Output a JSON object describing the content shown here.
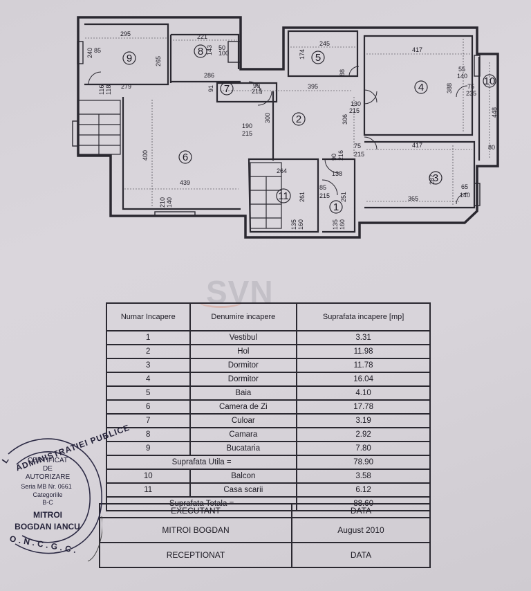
{
  "plan": {
    "room_numbers": [
      "9",
      "8",
      "7",
      "5",
      "4",
      "10",
      "2",
      "6",
      "11",
      "1",
      "3"
    ],
    "dims": {
      "d295": "295",
      "d221": "221",
      "d245": "245",
      "d417a": "417",
      "d417b": "417",
      "d395": "395",
      "d279": "279",
      "d286": "286",
      "d91": "91",
      "d265": "265",
      "d85_240": "85",
      "d240": "240",
      "d143": "143",
      "d50": "50",
      "d100": "100",
      "d174": "174",
      "d88": "88",
      "d55": "55",
      "d140a": "140",
      "d388": "388",
      "d75a": "75",
      "d235": "235",
      "d448": "448",
      "d80": "80",
      "d90a": "90",
      "d215a": "215",
      "d130": "130",
      "d215b": "215",
      "d306": "306",
      "d190": "190",
      "d215c": "215",
      "d300": "300",
      "d400": "400",
      "d439": "439",
      "d210": "210",
      "d140b": "140",
      "d264": "264",
      "d138": "138",
      "d90b": "90",
      "d216": "216",
      "d75b": "75",
      "d215d": "215",
      "d287": "287",
      "d85b": "85",
      "d215e": "215",
      "d261a": "261",
      "d251": "251",
      "d135a": "135",
      "d160a": "160",
      "d135b": "135",
      "d160b": "160",
      "d365": "365",
      "d65": "65",
      "d140c": "140",
      "d116": "116",
      "d118": "118"
    }
  },
  "table": {
    "headers": [
      "Numar Incapere",
      "Denumire incapere",
      "Suprafata incapere [mp]"
    ],
    "rows": [
      {
        "no": "1",
        "name": "Vestibul",
        "area": "3.31"
      },
      {
        "no": "2",
        "name": "Hol",
        "area": "11.98"
      },
      {
        "no": "3",
        "name": "Dormitor",
        "area": "11.78"
      },
      {
        "no": "4",
        "name": "Dormitor",
        "area": "16.04"
      },
      {
        "no": "5",
        "name": "Baia",
        "area": "4.10"
      },
      {
        "no": "6",
        "name": "Camera de Zi",
        "area": "17.78"
      },
      {
        "no": "7",
        "name": "Culoar",
        "area": "3.19"
      },
      {
        "no": "8",
        "name": "Camara",
        "area": "2.92"
      },
      {
        "no": "9",
        "name": "Bucataria",
        "area": "7.80"
      }
    ],
    "util_label": "Suprafata Utila =",
    "util_value": "78.90",
    "extra_rows": [
      {
        "no": "10",
        "name": "Balcon",
        "area": "3.58"
      },
      {
        "no": "11",
        "name": "Casa scarii",
        "area": "6.12"
      }
    ],
    "total_label": "Suprafata Totala =",
    "total_value": "88.60",
    "sign": {
      "executant": "EXECUTANT",
      "data1": "DATA",
      "name": "MITROI BOGDAN",
      "date": "August 2010",
      "receptionat": "RECEPTIONAT",
      "data2": "DATA"
    }
  },
  "stamp": {
    "ring": "ADMINISTRATIEI PUBLICE",
    "ring_prefix": "L",
    "bottom": "O.N.C.G.C.",
    "l1": "CERTIFICAT",
    "l2": "DE",
    "l3": "AUTORIZARE",
    "l4": "Seria MB Nr. 0661",
    "l5": "Categoriile",
    "l6": "B-C",
    "l7": "MITROI",
    "l8": "BOGDAN IANCU"
  },
  "watermark": "SVN"
}
